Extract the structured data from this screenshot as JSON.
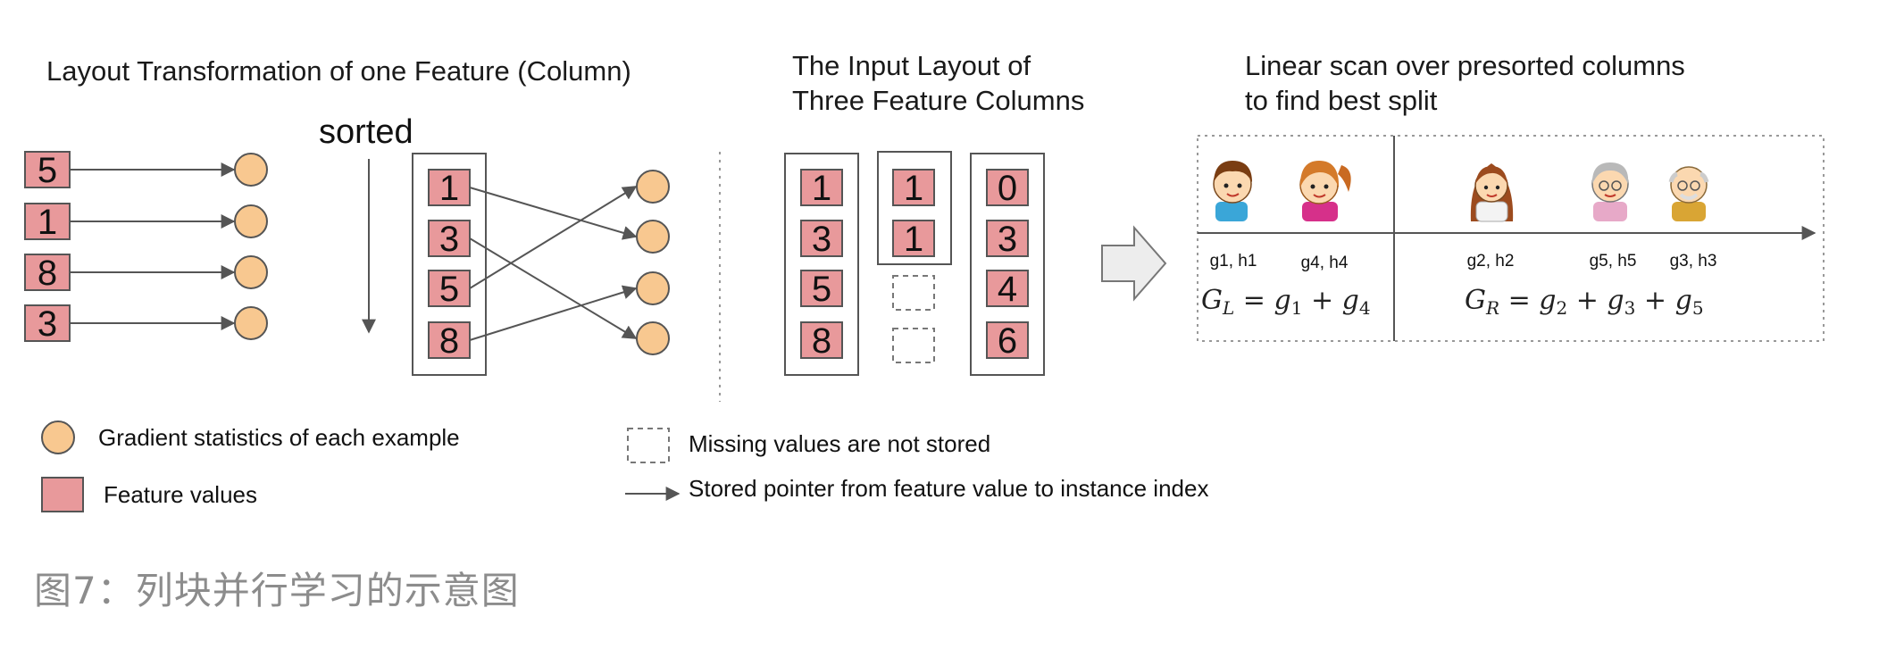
{
  "left_panel": {
    "title": "Layout Transformation of one Feature (Column)",
    "sorted_label": "sorted",
    "unsorted_values": [
      "5",
      "1",
      "8",
      "3"
    ],
    "sorted_values": [
      "1",
      "3",
      "5",
      "8"
    ]
  },
  "middle_panel": {
    "title_line1": "The Input Layout of",
    "title_line2": "Three Feature Columns",
    "column1": [
      "1",
      "3",
      "5",
      "8"
    ],
    "column2": [
      "1",
      "1"
    ],
    "column3": [
      "0",
      "3",
      "4",
      "6"
    ]
  },
  "right_panel": {
    "title_line1": "Linear scan over presorted columns",
    "title_line2": "to find best split",
    "left_labels": [
      "g1, h1",
      "g4, h4"
    ],
    "right_labels": [
      "g2, h2",
      "g5, h5",
      "g3, h3"
    ],
    "gl_formula": {
      "G": "G",
      "L": "L",
      "eq": " = ",
      "g": "g",
      "a": "1",
      "plus": " + ",
      "b": "4"
    },
    "gr_formula": {
      "G": "G",
      "R": "R",
      "eq": " = ",
      "g": "g",
      "a": "2",
      "b": "3",
      "c": "5",
      "plus": " + "
    }
  },
  "legend": {
    "gradient": "Gradient statistics of each example",
    "feature": "Feature values",
    "missing": "Missing values are not stored",
    "pointer": "Stored pointer from feature value to instance index"
  },
  "caption": "图7：列块并行学习的示意图",
  "colors": {
    "feature_fill": "#e8999b",
    "gradient_fill": "#f8c890",
    "line": "#555555"
  }
}
